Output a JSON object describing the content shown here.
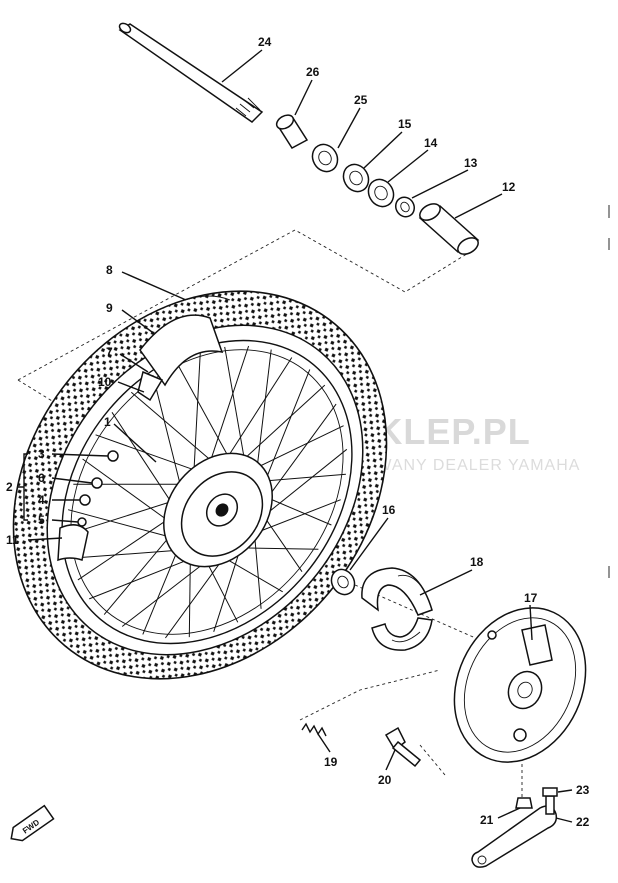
{
  "watermark": {
    "title": "MOTOSKLEP.PL",
    "subtitle": "AUTORYZOWANY DEALER YAMAHA",
    "color": "#e04848"
  },
  "direction_badge": "FWD",
  "callouts": [
    {
      "id": "c1",
      "label": "1"
    },
    {
      "id": "c2",
      "label": "2"
    },
    {
      "id": "c3",
      "label": "3"
    },
    {
      "id": "c4",
      "label": "4"
    },
    {
      "id": "c5",
      "label": "5"
    },
    {
      "id": "c6",
      "label": "6"
    },
    {
      "id": "c7",
      "label": "7"
    },
    {
      "id": "c8",
      "label": "8"
    },
    {
      "id": "c9",
      "label": "9"
    },
    {
      "id": "c10",
      "label": "10"
    },
    {
      "id": "c11",
      "label": "11"
    },
    {
      "id": "c12",
      "label": "12"
    },
    {
      "id": "c13",
      "label": "13"
    },
    {
      "id": "c14",
      "label": "14"
    },
    {
      "id": "c15",
      "label": "15"
    },
    {
      "id": "c16",
      "label": "16"
    },
    {
      "id": "c17",
      "label": "17"
    },
    {
      "id": "c18",
      "label": "18"
    },
    {
      "id": "c19",
      "label": "19"
    },
    {
      "id": "c20",
      "label": "20"
    },
    {
      "id": "c21",
      "label": "21"
    },
    {
      "id": "c22",
      "label": "22"
    },
    {
      "id": "c23",
      "label": "23"
    },
    {
      "id": "c24",
      "label": "24"
    },
    {
      "id": "c25",
      "label": "25"
    },
    {
      "id": "c26",
      "label": "26"
    }
  ]
}
